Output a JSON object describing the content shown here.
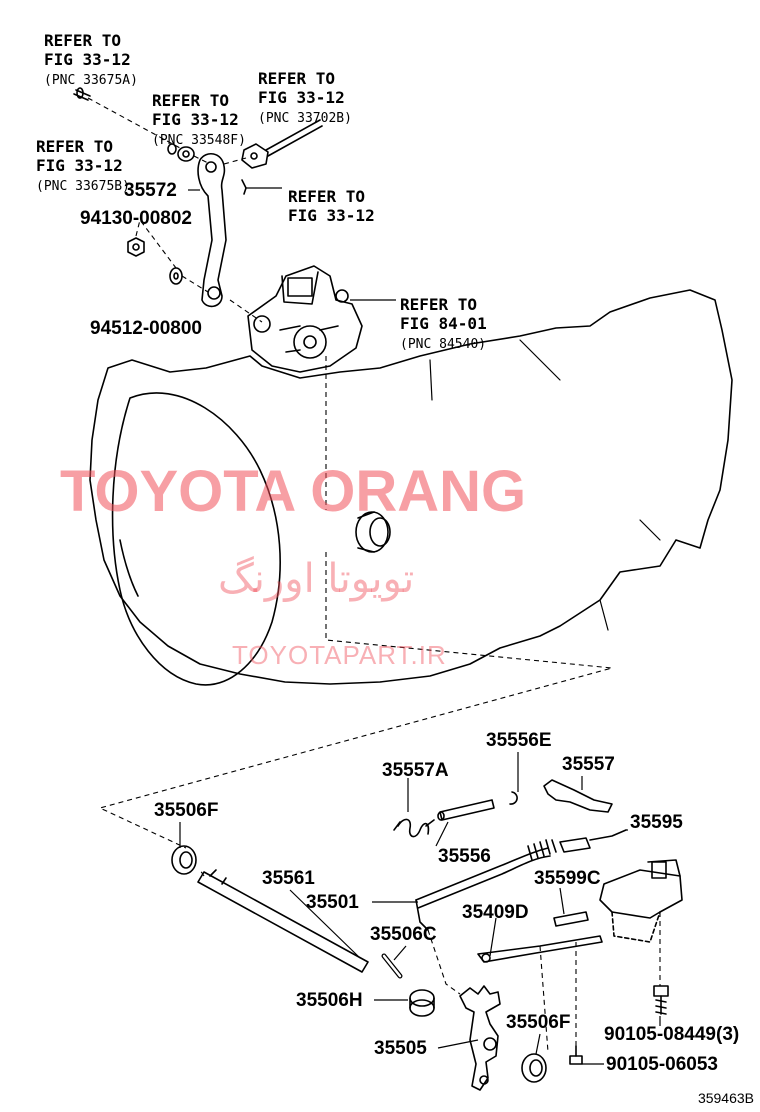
{
  "refs": {
    "r1": {
      "line1": "REFER TO",
      "line2": "FIG 33-12",
      "pnc": "(PNC 33675A)"
    },
    "r2": {
      "line1": "REFER TO",
      "line2": "FIG 33-12",
      "pnc": "(PNC 33702B)"
    },
    "r3": {
      "line1": "REFER TO",
      "line2": "FIG 33-12",
      "pnc": "(PNC 33548F)"
    },
    "r4": {
      "line1": "REFER TO",
      "line2": "FIG 33-12",
      "pnc": "(PNC 33675B)"
    },
    "r5": {
      "line1": "REFER TO",
      "line2": "FIG 33-12"
    },
    "r6": {
      "line1": "REFER TO",
      "line2": "FIG 84-01",
      "pnc": "(PNC 84540)"
    }
  },
  "parts": {
    "p35572": "35572",
    "p94130": "94130-00802",
    "p94512": "94512-00800",
    "p35557A": "35557A",
    "p35556E": "35556E",
    "p35557": "35557",
    "p35506F_top": "35506F",
    "p35595": "35595",
    "p35556": "35556",
    "p35561": "35561",
    "p35599C": "35599C",
    "p35501": "35501",
    "p35409D": "35409D",
    "p35506C": "35506C",
    "p35506H": "35506H",
    "p35506F_bot": "35506F",
    "p35505": "35505",
    "p90105a": "90105-08449(3)",
    "p90105b": "90105-06053"
  },
  "watermark": {
    "line1": "TOYOTA ORANG",
    "line2": "تویوتا اورنگ",
    "line3": "TOYOTAPART.IR"
  },
  "diagram_code": "359463B"
}
